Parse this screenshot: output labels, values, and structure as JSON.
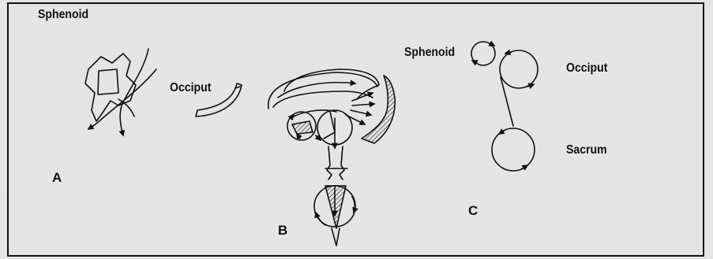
{
  "panel_a": {
    "sphenoid_label": "Sphenoid",
    "occiput_label": "Occiput",
    "letter": "A"
  },
  "panel_b": {
    "letter": "B"
  },
  "panel_c": {
    "sphenoid_label": "Sphenoid",
    "occiput_label": "Occiput",
    "sacrum_label": "Sacrum",
    "letter": "C"
  }
}
